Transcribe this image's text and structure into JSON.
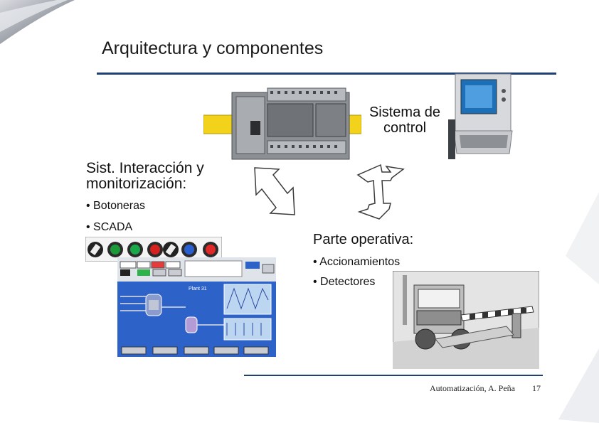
{
  "slide": {
    "title": "Arquitectura y componentes",
    "control_system_label_1": "Sistema de",
    "control_system_label_2": "control",
    "interaction_heading_1": "Sist. Interacción y",
    "interaction_heading_2": "monitorización:",
    "interaction_items": [
      "• Botoneras",
      "• SCADA"
    ],
    "operative_heading": "Parte operativa:",
    "operative_items": [
      "• Accionamientos",
      "• Detectores"
    ],
    "scada_screen_title": "Plant 31"
  },
  "footer": {
    "author": "Automatización, A. Peña",
    "page_number": "17"
  },
  "colors": {
    "accent_rule": "#1f3f77",
    "scada_background": "#2d63c9",
    "din_rail_yellow": "#f2d21a"
  }
}
